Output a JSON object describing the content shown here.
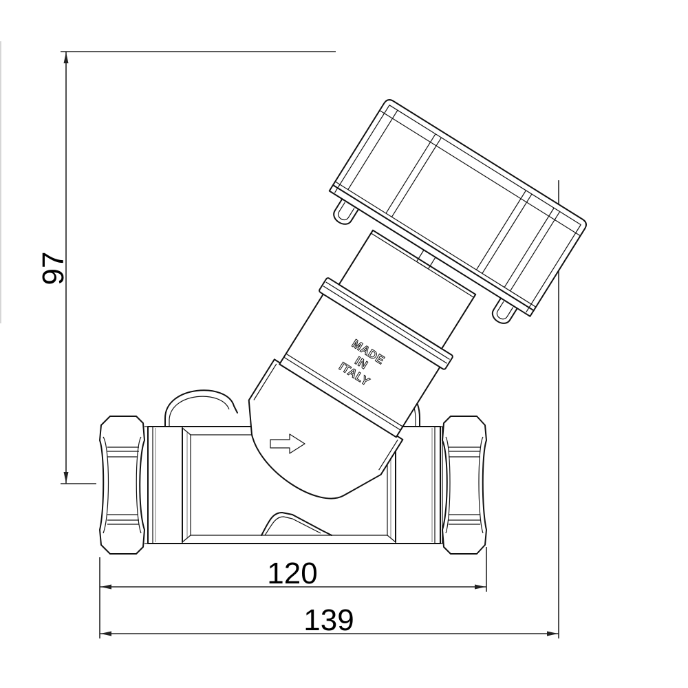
{
  "drawing": {
    "subject": "Inclined-stem balancing valve, side view",
    "colors": {
      "line": "#111111",
      "background": "#ffffff"
    }
  },
  "dimensions": {
    "height": {
      "value": "97",
      "orientation": "vertical"
    },
    "body_length": {
      "value": "120",
      "orientation": "horizontal"
    },
    "overall_length": {
      "value": "139",
      "orientation": "horizontal"
    }
  },
  "body_markings": {
    "line1": "MADE",
    "line2": "IN",
    "line3": "ITALY",
    "flow_arrow": "right-arrow"
  }
}
